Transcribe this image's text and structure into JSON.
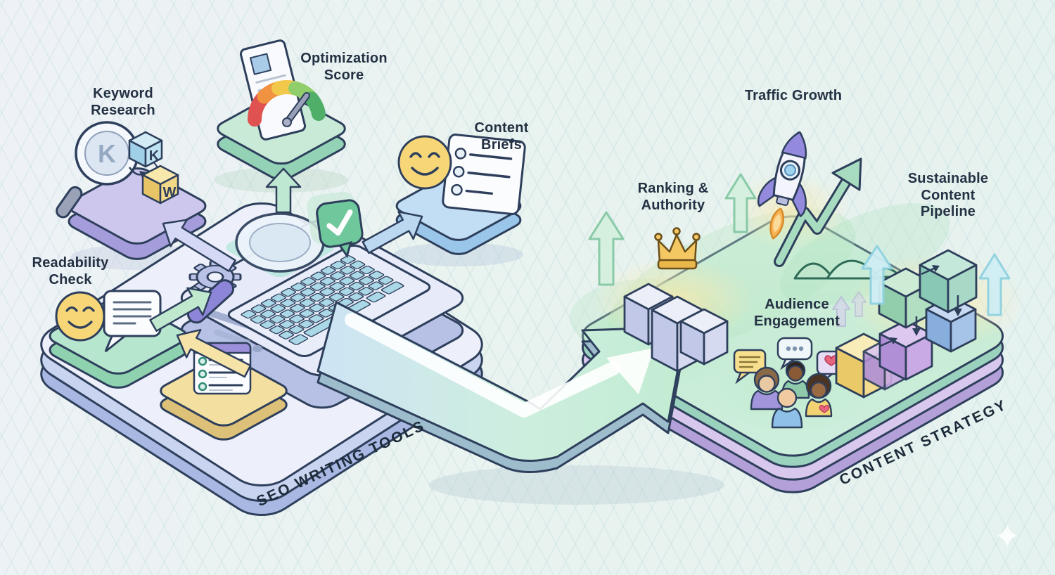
{
  "diagram": {
    "left_platform": {
      "title": "SEO WRITING TOOLS",
      "nodes": {
        "keyword_research": {
          "label": "Keyword Research",
          "lens_letter": "K",
          "cube_k": "K",
          "cube_w": "W"
        },
        "optimization_score": {
          "label": "Optimization Score"
        },
        "content_briefs": {
          "label": "Content Briefs"
        },
        "readability_check": {
          "label": "Readability Check"
        }
      }
    },
    "right_platform": {
      "title": "CONTENT STRATEGY",
      "nodes": {
        "traffic_growth": {
          "label": "Traffic Growth"
        },
        "ranking_authority": {
          "label": "Ranking & Authority"
        },
        "audience_engagement": {
          "label": "Audience Engagement"
        },
        "sustainable_pipeline": {
          "label": "Sustainable Content Pipeline"
        }
      }
    },
    "colors": {
      "background": "#e9f2f0",
      "outline": "#2e3f5c",
      "left_platform_top": "#edf0fa",
      "right_platform_top": "#cfeeda",
      "flow_arrow_start": "#c8e2f2",
      "flow_arrow_end": "#c4ecd2",
      "accent_yellow": "#f2c95c",
      "accent_green": "#6fc79c",
      "accent_purple": "#938ade"
    }
  }
}
